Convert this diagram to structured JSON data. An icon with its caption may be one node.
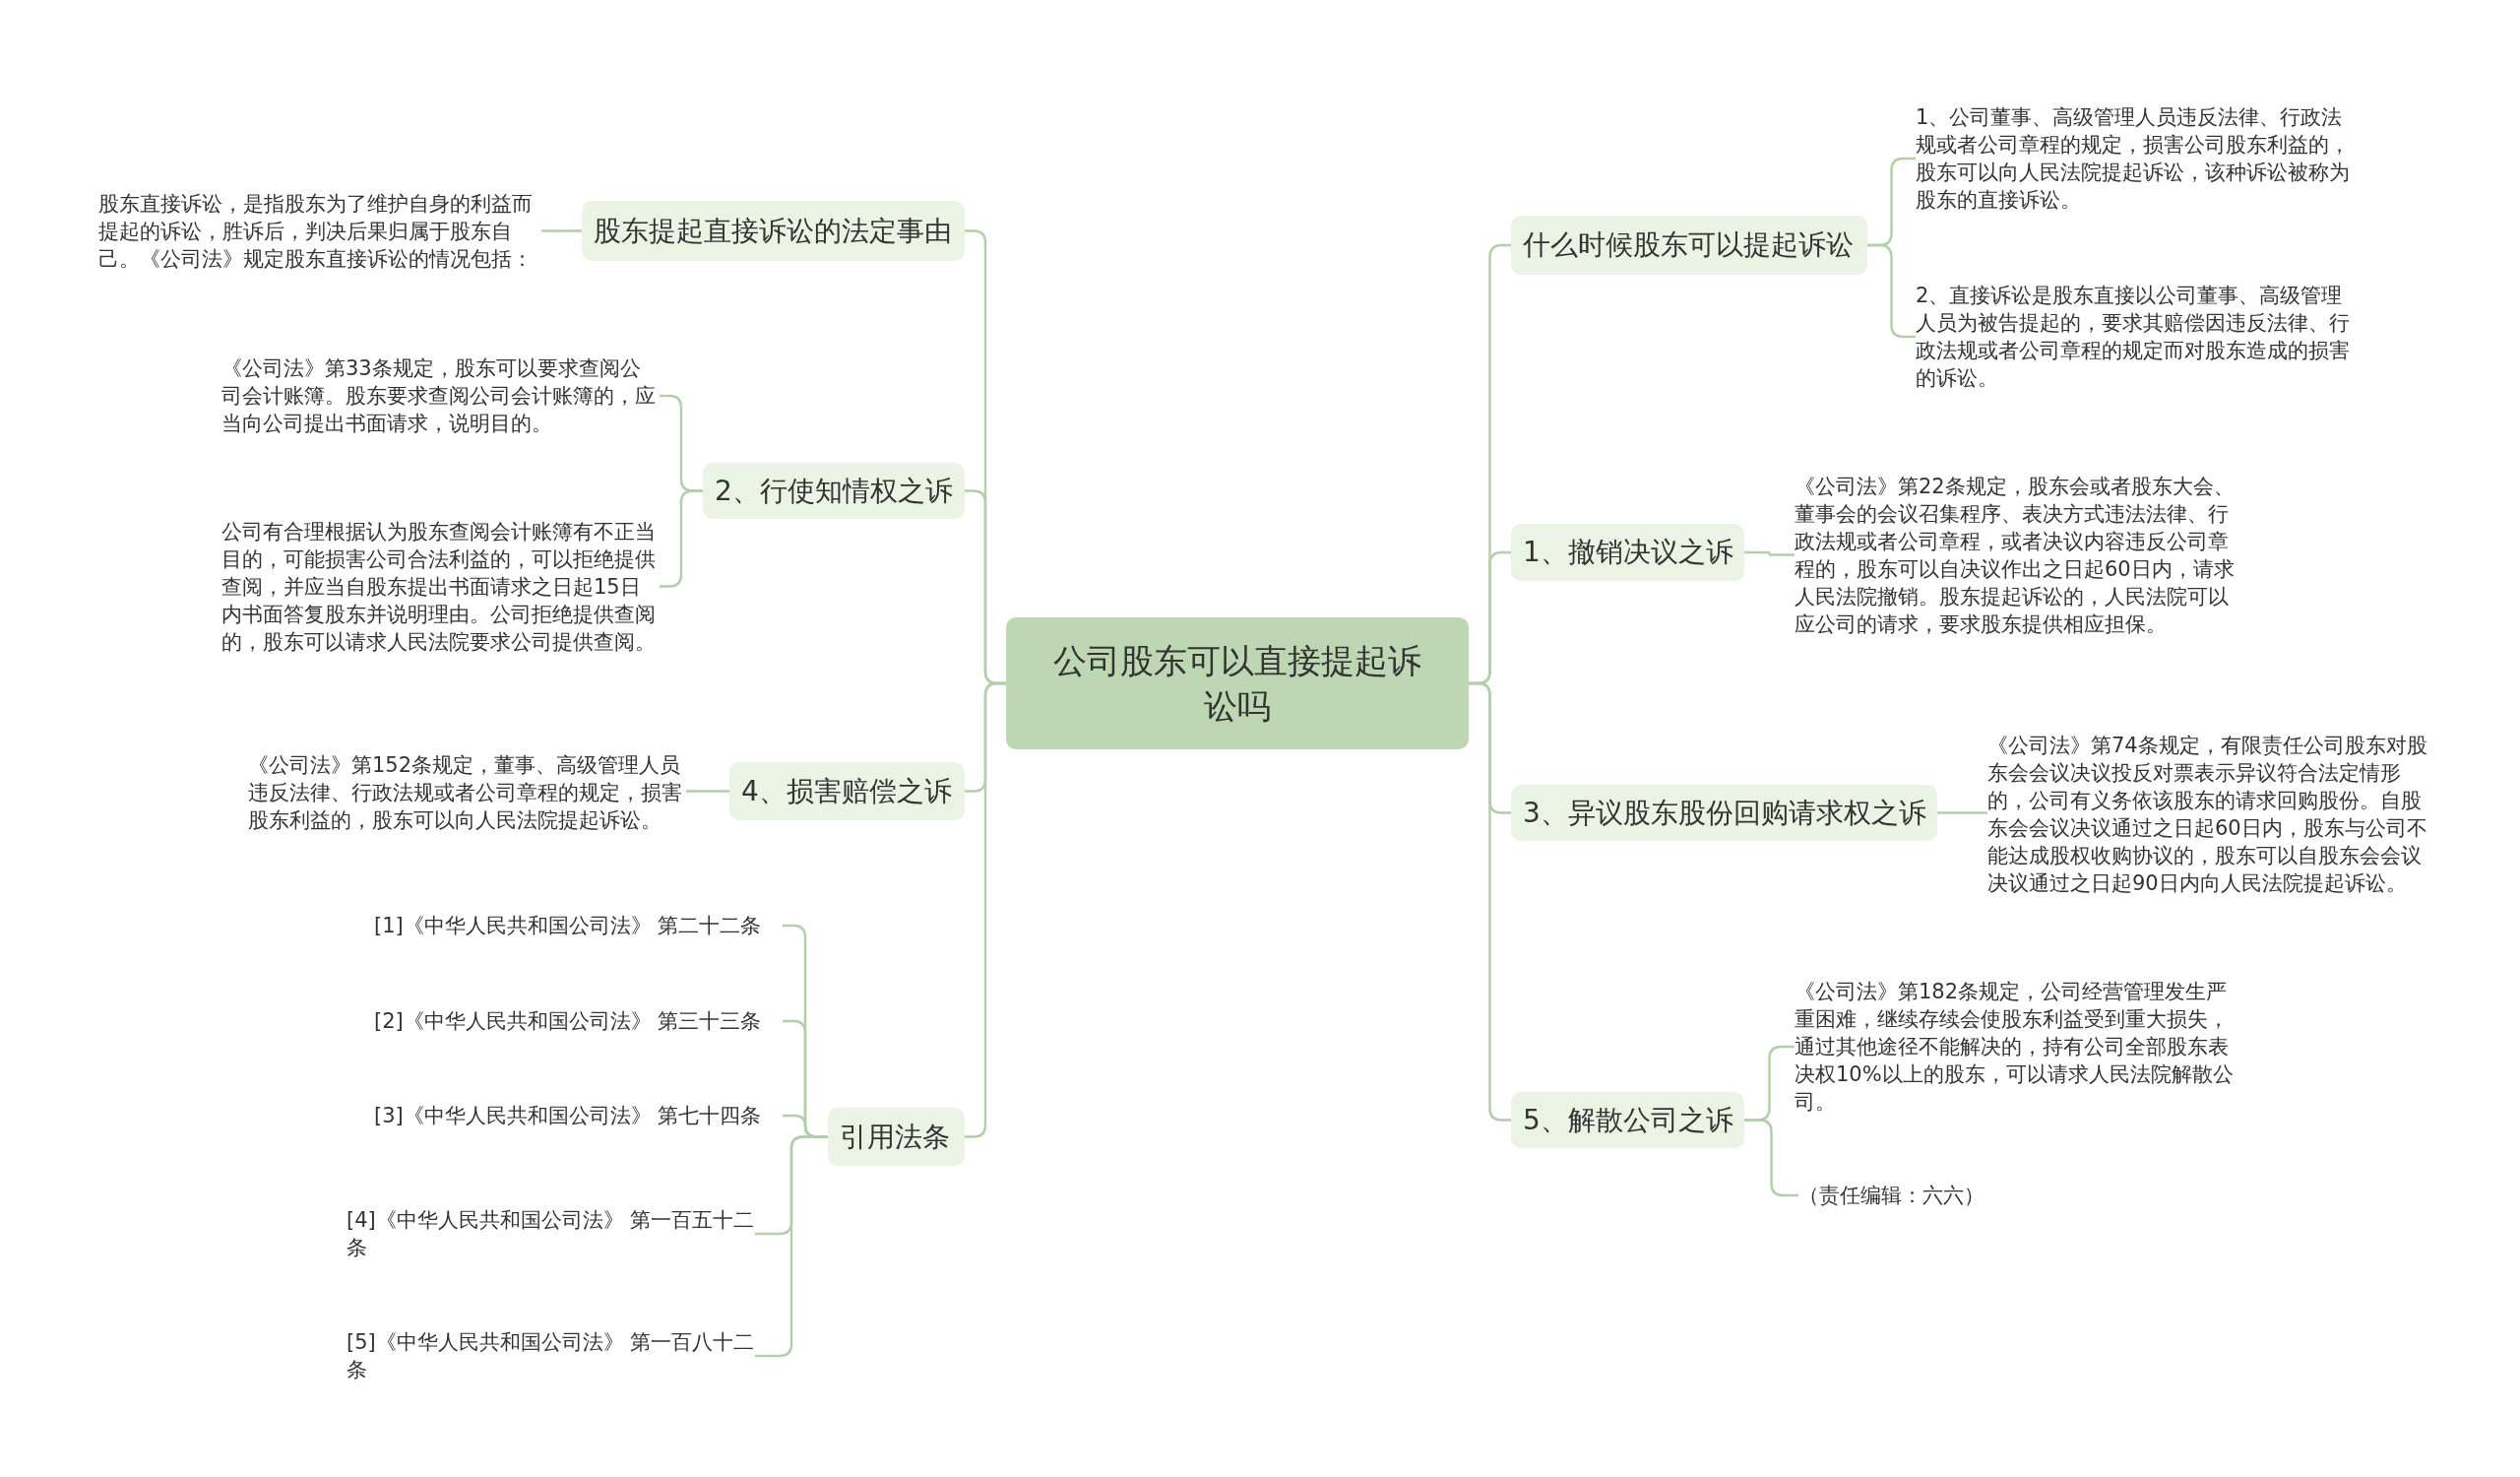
{
  "diagram": {
    "nodes": [
      {
        "text": [
          "公司股东可以直接提起诉讼吗"
        ]
      },
      {
        "text": [
          "股东提起直接诉讼的法定事由"
        ]
      },
      {
        "text": [
          "股东直接诉讼，是指股东为了维护自身的利益而提起的诉讼，胜诉后，判决后果归属于股东自己。《公司法》规定股东直接诉讼的情况包括："
        ]
      },
      {
        "text": [
          "2、行使知情权之诉"
        ]
      },
      {
        "text": [
          "《公司法》第33条规定，股东可以要求查阅公司会计账簿。股东要求查阅公司会计账簿的，应当向公司提出书面请求，说明目的。"
        ]
      },
      {
        "text": [
          "公司有合理根据认为股东查阅会计账簿有不正当目的，可能损害公司合法利益的，可以拒绝提供查阅，并应当自股东提出书面请求之日起15日内书面答复股东并说明理由。公司拒绝提供查阅的，股东可以请求人民法院要求公司提供查阅。"
        ]
      },
      {
        "text": [
          "4、损害赔偿之诉"
        ]
      },
      {
        "text": [
          "《公司法》第152条规定，董事、高级管理人员违反法律、行政法规或者公司章程的规定，损害股东利益的，股东可以向人民法院提起诉讼。"
        ]
      },
      {
        "text": [
          "引用法条"
        ]
      },
      {
        "text": [
          "[1]《中华人民共和国公司法》 第二十二条"
        ]
      },
      {
        "text": [
          "[2]《中华人民共和国公司法》 第三十三条"
        ]
      },
      {
        "text": [
          "[3]《中华人民共和国公司法》 第七十四条"
        ]
      },
      {
        "text": [
          "[4]《中华人民共和国公司法》 第一百五十二条"
        ]
      },
      {
        "text": [
          "[5]《中华人民共和国公司法》 第一百八十二条"
        ]
      },
      {
        "text": [
          "什么时候股东可以提起诉讼"
        ]
      },
      {
        "text": [
          "1、公司董事、高级管理人员违反法律、行政法规或者公司章程的规定，损害公司股东利益的，股东可以向人民法院提起诉讼，该种诉讼被称为股东的直接诉讼。"
        ]
      },
      {
        "text": [
          "2、直接诉讼是股东直接以公司董事、高级管理人员为被告提起的，要求其赔偿因违反法律、行政法规或者公司章程的规定而对股东造成的损害的诉讼。"
        ]
      },
      {
        "text": [
          "1、撤销决议之诉"
        ]
      },
      {
        "text": [
          "《公司法》第22条规定，股东会或者股东大会、董事会的会议召集程序、表决方式违法法律、行政法规或者公司章程，或者决议内容违反公司章程的，股东可以自决议作出之日起60日内，请求人民法院撤销。股东提起诉讼的，人民法院可以应公司的请求，要求股东提供相应担保。"
        ]
      },
      {
        "text": [
          "3、异议股东股份回购请求权之诉"
        ]
      },
      {
        "text": [
          "《公司法》第74条规定，有限责任公司股东对股东会会议决议投反对票表示异议符合法定情形的，公司有义务依该股东的请求回购股份。自股东会会议决议通过之日起60日内，股东与公司不能达成股权收购协议的，股东可以自股东会会议决议通过之日起90日内向人民法院提起诉讼。"
        ]
      },
      {
        "text": [
          "5、解散公司之诉"
        ]
      },
      {
        "text": [
          "《公司法》第182条规定，公司经营管理发生严重困难，继续存续会使股东利益受到重大损失，通过其他途径不能解决的，持有公司全部股东表决权10%以上的股东，可以请求人民法院解散公司。"
        ]
      },
      {
        "text": [
          "（责任编辑：六六）"
        ]
      }
    ],
    "edges": [
      {
        "from": 0,
        "to": 1,
        "arrow": "none"
      },
      {
        "from": 1,
        "to": 2,
        "arrow": "none"
      },
      {
        "from": 0,
        "to": 3,
        "arrow": "none"
      },
      {
        "from": 3,
        "to": 4,
        "arrow": "none"
      },
      {
        "from": 3,
        "to": 5,
        "arrow": "none"
      },
      {
        "from": 0,
        "to": 6,
        "arrow": "none"
      },
      {
        "from": 6,
        "to": 7,
        "arrow": "none"
      },
      {
        "from": 0,
        "to": 8,
        "arrow": "none"
      },
      {
        "from": 8,
        "to": 9,
        "arrow": "none"
      },
      {
        "from": 8,
        "to": 10,
        "arrow": "none"
      },
      {
        "from": 8,
        "to": 11,
        "arrow": "none"
      },
      {
        "from": 8,
        "to": 12,
        "arrow": "none"
      },
      {
        "from": 8,
        "to": 13,
        "arrow": "none"
      },
      {
        "from": 0,
        "to": 14,
        "arrow": "none"
      },
      {
        "from": 14,
        "to": 15,
        "arrow": "none"
      },
      {
        "from": 14,
        "to": 16,
        "arrow": "none"
      },
      {
        "from": 0,
        "to": 17,
        "arrow": "none"
      },
      {
        "from": 17,
        "to": 18,
        "arrow": "none"
      },
      {
        "from": 0,
        "to": 19,
        "arrow": "none"
      },
      {
        "from": 19,
        "to": 20,
        "arrow": "none"
      },
      {
        "from": 0,
        "to": 21,
        "arrow": "none"
      },
      {
        "from": 21,
        "to": 22,
        "arrow": "none"
      },
      {
        "from": 21,
        "to": 23,
        "arrow": "none"
      }
    ]
  }
}
